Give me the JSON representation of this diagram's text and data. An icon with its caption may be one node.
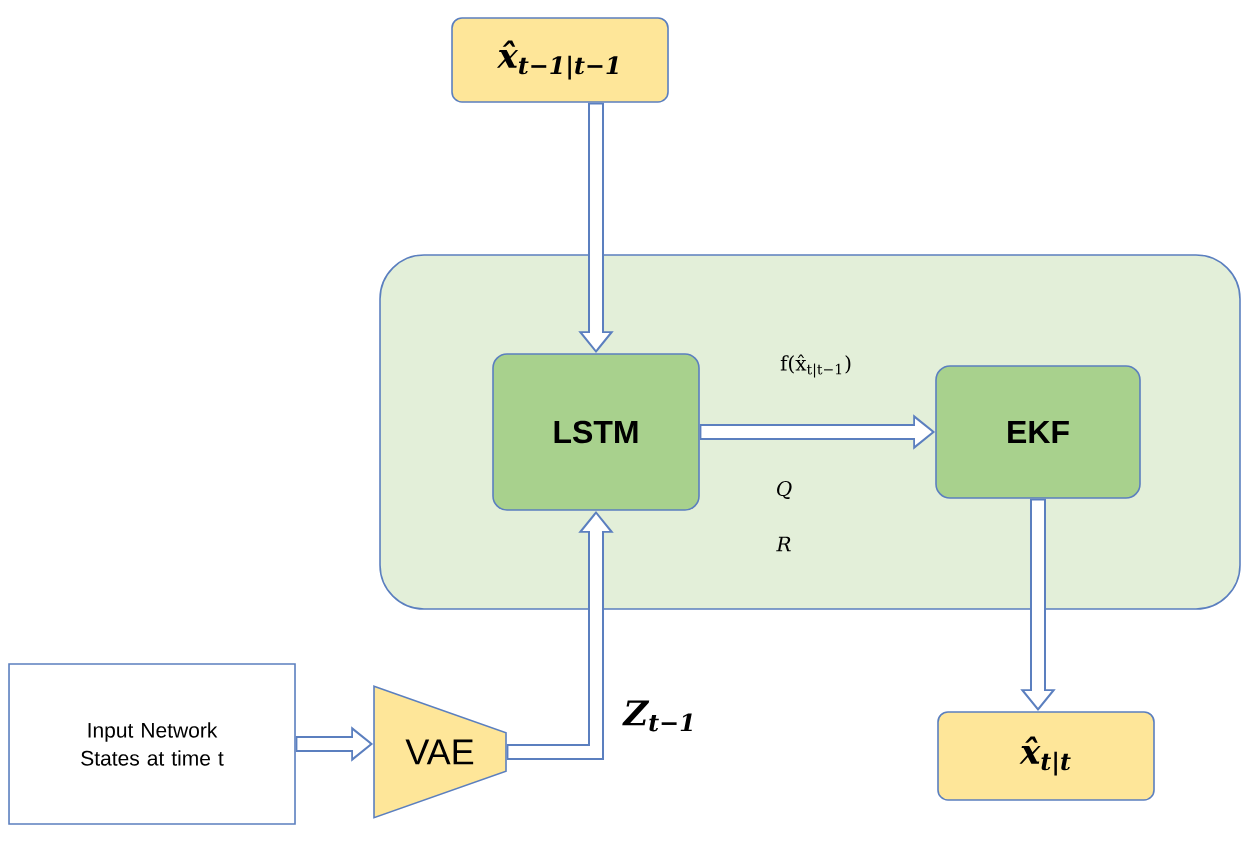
{
  "diagram": {
    "nodes": [
      {
        "text": [
          "x̂$_{t−1|t−1}$"
        ]
      },
      {
        "text": [],
        "shape": "box"
      },
      {
        "text": [
          "LSTM"
        ],
        "in": 1
      },
      {
        "text": [
          "EKF"
        ],
        "in": 1
      },
      {
        "text": [
          "Input Network States at time t"
        ]
      },
      {
        "text": [
          "VAE"
        ]
      },
      {
        "text": [
          "x̂$_{t|t}$"
        ]
      }
    ],
    "edges": [
      {
        "from": 0,
        "to": 2,
        "arrow": "to"
      },
      {
        "from": 2,
        "to": 3,
        "arrow": "to",
        "label": "f(x̂$_{t|t−1}$)"
      },
      {
        "from": 3,
        "to": 6,
        "arrow": "to"
      },
      {
        "from": 4,
        "to": 5,
        "arrow": "to"
      },
      {
        "from": 5,
        "to": 2,
        "arrow": "to",
        "label": "Z$_{t−1}$"
      }
    ],
    "labels": [
      "Q",
      "R"
    ]
  }
}
